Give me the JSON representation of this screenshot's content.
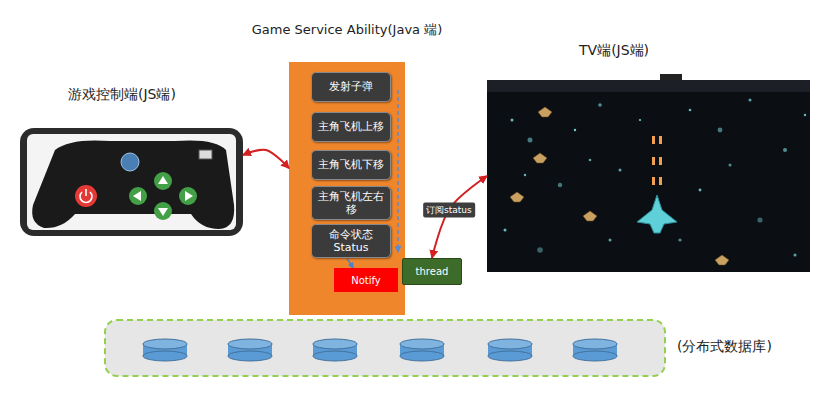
{
  "diagram": {
    "nodes": [
      {
        "text": [
          "游戏控制端(JS端)"
        ]
      },
      {
        "text": [
          "Game Service Ability(Java 端)"
        ]
      },
      {
        "text": [
          "发射子弹"
        ],
        "in": 1
      },
      {
        "text": [
          "主角飞机上移"
        ],
        "in": 1
      },
      {
        "text": [
          "主角飞机下移"
        ],
        "in": 1
      },
      {
        "text": [
          "主角飞机左右移"
        ],
        "in": 1
      },
      {
        "text": [
          "命令状态 Status"
        ],
        "in": 1
      },
      {
        "text": [
          "Notify"
        ],
        "in": 1
      },
      {
        "text": [
          "thread"
        ]
      },
      {
        "text": [
          "TV端(JS端)"
        ]
      },
      {
        "text": [
          "(分布式数据库)"
        ]
      }
    ],
    "edges": [
      {
        "from": 0,
        "to": 1,
        "arrow": "both"
      },
      {
        "from": 6,
        "to": 7,
        "arrow": "to"
      },
      {
        "from": 8,
        "to": 9,
        "arrow": "both",
        "label": "订阅status"
      }
    ]
  }
}
